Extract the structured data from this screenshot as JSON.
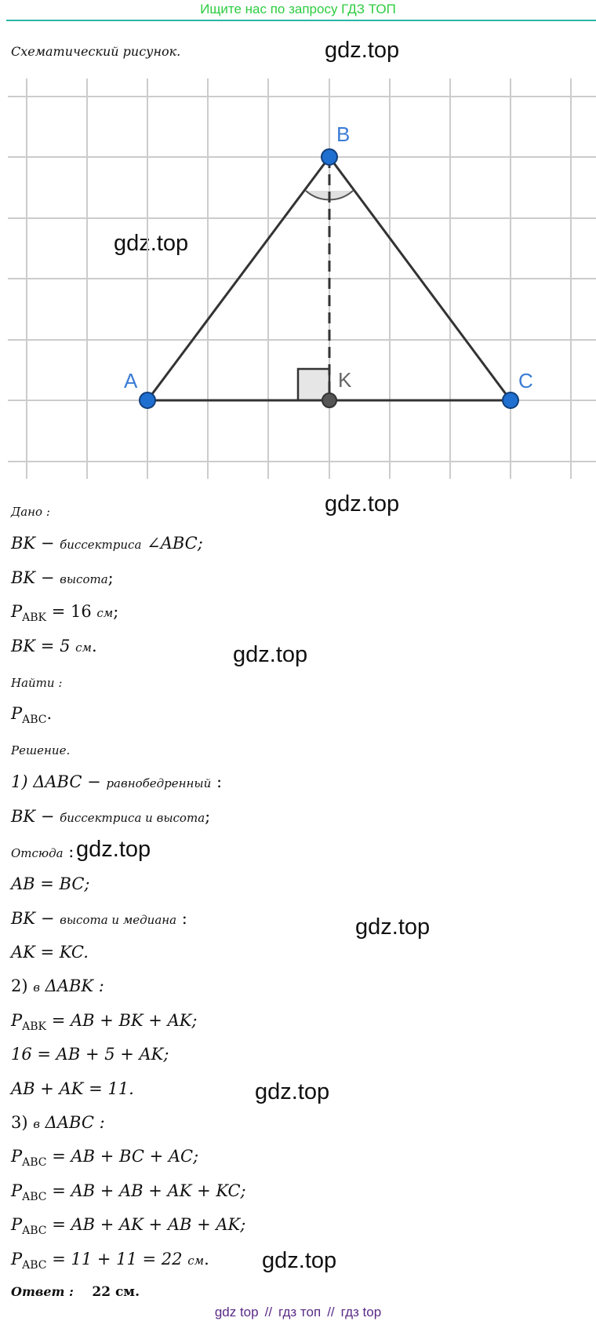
{
  "banner": {
    "text": "Ищите нас по запросу ГДЗ ТОП"
  },
  "caption": "Схематический рисунок.",
  "watermark": "gdz.top",
  "diagram": {
    "points": {
      "A": "A",
      "B": "B",
      "C": "C",
      "K": "K"
    },
    "colors": {
      "point_blue": "#1f6fd1",
      "point_dark": "#555555",
      "grid": "#cccccc",
      "line": "#333333"
    }
  },
  "given": {
    "heading": "Дано :",
    "line1": {
      "math": "BK",
      "dash": "−",
      "text": "биссектриса",
      "tail": "∠ABC;"
    },
    "line2": {
      "math": "BK",
      "dash": "−",
      "text": "высота",
      "tail": ";"
    },
    "line3": {
      "p": "P",
      "sub": "ABK",
      "rest": "= 16",
      "unit": "см",
      "tail": ";"
    },
    "line4": {
      "math": "BK = 5",
      "unit": "см",
      "tail": "."
    }
  },
  "find": {
    "heading": "Найти :",
    "line1": {
      "p": "P",
      "sub": "ABC",
      "tail": "."
    }
  },
  "solution": {
    "heading": "Решение.",
    "s1": {
      "num": "1) ΔABC",
      "dash": "−",
      "text": "равнобедренный",
      "tail": ":"
    },
    "s2": {
      "math": "BK",
      "dash": "−",
      "text": "биссектриса и высота",
      "tail": ";"
    },
    "s3": {
      "text": "Отсюда",
      "tail": ":"
    },
    "s4": "AB = BC;",
    "s5": {
      "math": "BK",
      "dash": "−",
      "text": "высота и медиана",
      "tail": ":"
    },
    "s6": "AK = KC.",
    "s7": {
      "num": "2)",
      "text": "в",
      "math": "ΔABK :"
    },
    "s8": {
      "p": "P",
      "sub": "ABK",
      "rest": "= AB + BK + AK;"
    },
    "s9": "16 = AB + 5 + AK;",
    "s10": "AB + AK = 11.",
    "s11": {
      "num": "3)",
      "text": "в",
      "math": "ΔABC :"
    },
    "s12": {
      "p": "P",
      "sub": "ABC",
      "rest": "= AB + BC + AC;"
    },
    "s13": {
      "p": "P",
      "sub": "ABC",
      "rest": "= AB + AB + AK + KC;"
    },
    "s14": {
      "p": "P",
      "sub": "ABC",
      "rest": "= AB + AK + AB + AK;"
    },
    "s15": {
      "p": "P",
      "sub": "ABC",
      "rest": "= 11 + 11 = 22",
      "unit": "см",
      "tail": "."
    }
  },
  "answer": {
    "label": "Ответ :",
    "value": "22 см."
  },
  "footer": {
    "link1": "gdz top",
    "sep": "//",
    "link2": "гдз топ",
    "link3": "гдз top"
  }
}
